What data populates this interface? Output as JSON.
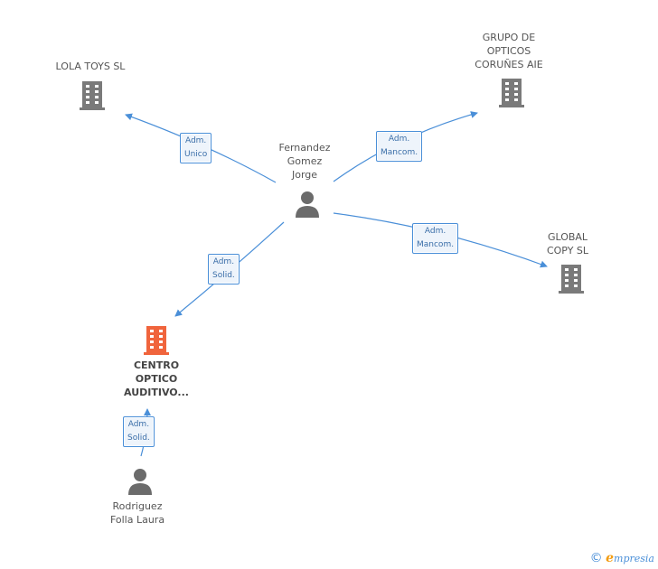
{
  "nodes": {
    "lola": {
      "label": "LOLA TOYS SL"
    },
    "grupo": {
      "label": "GRUPO DE\nOPTICOS\nCORUÑES AIE"
    },
    "global": {
      "label": "GLOBAL\nCOPY SL"
    },
    "centro": {
      "label": "CENTRO\nOPTICO\nAUDITIVO..."
    },
    "fernandez": {
      "label": "Fernandez\nGomez\nJorge"
    },
    "rodriguez": {
      "label": "Rodriguez\nFolla Laura"
    }
  },
  "edges": {
    "e1": "Adm.\nUnico",
    "e2": "Adm.\nMancom.",
    "e3": "Adm.\nMancom.",
    "e4": "Adm.\nSolid.",
    "e5": "Adm.\nSolid."
  },
  "colors": {
    "edge": "#4a8fd8",
    "company": "#7a7a7a",
    "main_company": "#f0643c",
    "person": "#6b6b6b"
  },
  "footer": {
    "copyright": "©",
    "brand_e": "e",
    "brand_rest": "mpresia"
  }
}
